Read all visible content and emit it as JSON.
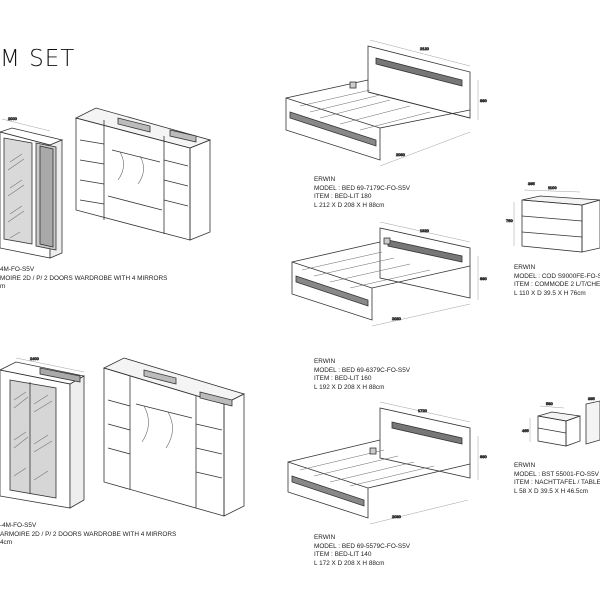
{
  "title": "M SET",
  "wardrobe_top": {
    "model": "4M-FO-S5V",
    "item": "MOIRE 2D / P/ 2 DOORS WARDROBE WITH 4 MIRRORS",
    "size": "m",
    "dims": {
      "w": "2000"
    }
  },
  "wardrobe_bottom": {
    "model": "-4M-FO-S5V",
    "item": "ARMOIRE 2D / P/ 2 DOORS WARDROBE WITH 4 MIRRORS",
    "size": "4cm",
    "dims": {
      "w": "2400"
    }
  },
  "bed_180": {
    "brand": "ERWIN",
    "model": "MODEL : BED 69-7179C-FO-S5V",
    "item": "ITEM : BED-LIT 180",
    "size": "L 212 X D 208 X H 88cm",
    "dims": {
      "w": "2120",
      "d": "2080",
      "h": "880"
    }
  },
  "bed_160": {
    "brand": "ERWIN",
    "model": "MODEL : BED 69-6379C-FO-S5V",
    "item": "ITEM : BED-LIT 160",
    "size": "L 192 X D 208 X H 88cm",
    "dims": {
      "w": "1920",
      "d": "2080",
      "h": "880"
    }
  },
  "bed_140": {
    "brand": "ERWIN",
    "model": "MODEL : BED 69-5579C-FO-S5V",
    "item": "ITEM : BED-LIT 140",
    "size": "L 172 X D 208 X H 88cm",
    "dims": {
      "w": "1720",
      "d": "2080",
      "h": "880"
    }
  },
  "commode": {
    "brand": "ERWIN",
    "model": "MODEL : COD S9000FE-FO-S",
    "item": "ITEM : COMMODE 2 L/T/CHE",
    "size": "L 110 X D 39.5 X H 76cm",
    "dims": {
      "w": "1100",
      "d": "395",
      "h": "760"
    }
  },
  "nightstand": {
    "brand": "ERWIN",
    "model": "MODEL : BST 55001-FO-S5V",
    "item": "ITEM : NACHTTAFEL / TABLE",
    "size": "L 58 X D 39.5 X H 46.5cm",
    "dims": {
      "w": "580",
      "d": "395",
      "h": "465"
    }
  }
}
